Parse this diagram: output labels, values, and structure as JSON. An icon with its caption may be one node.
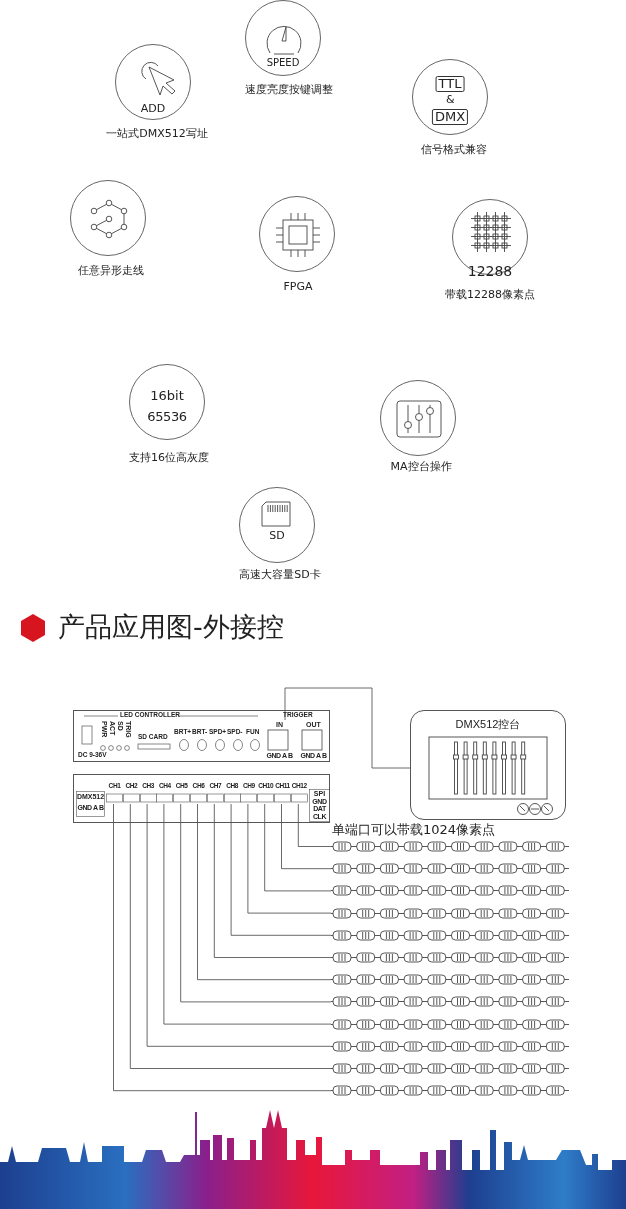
{
  "diagram": {
    "title": "产品应用图-外接控",
    "nodes": [
      {
        "text": [
          "SPEED"
        ],
        "beside": [
          "速度亮度按键调整"
        ]
      },
      {
        "text": [
          "ADD"
        ],
        "beside": [
          "一站式DMX512写址"
        ]
      },
      {
        "text": [
          "TTL",
          "&",
          "DMX"
        ],
        "beside": [
          "信号格式兼容"
        ]
      },
      {
        "text": [],
        "shape": "circle",
        "beside": [
          "任意异形走线"
        ]
      },
      {
        "text": [],
        "shape": "circle",
        "beside": [
          "FPGA"
        ]
      },
      {
        "text": [
          "12288"
        ],
        "beside": [
          "带载12288像素点"
        ]
      },
      {
        "text": [
          "16bit",
          "65536"
        ],
        "beside": [
          "支持16位高灰度"
        ]
      },
      {
        "text": [],
        "shape": "circle",
        "beside": [
          "MA控台操作"
        ]
      },
      {
        "text": [
          "SD"
        ],
        "beside": [
          "高速大容量SD卡"
        ]
      },
      {
        "text": [],
        "shape": "box"
      },
      {
        "text": [
          "IN",
          "GND A B"
        ],
        "in": 9
      },
      {
        "text": [
          "OUT",
          "GND A B"
        ],
        "in": 9
      },
      {
        "text": [
          "DMX512控台"
        ]
      },
      {
        "text": [],
        "shape": "box"
      },
      {
        "text": [
          "DMX512",
          "GND A B"
        ],
        "in": 13
      },
      {
        "text": [
          "CH1"
        ],
        "in": 13
      },
      {
        "text": [
          "CH2"
        ],
        "in": 13
      },
      {
        "text": [
          "CH3"
        ],
        "in": 13
      },
      {
        "text": [
          "CH4"
        ],
        "in": 13
      },
      {
        "text": [
          "CH5"
        ],
        "in": 13
      },
      {
        "text": [
          "CH6"
        ],
        "in": 13
      },
      {
        "text": [
          "CH7"
        ],
        "in": 13
      },
      {
        "text": [
          "CH8"
        ],
        "in": 13
      },
      {
        "text": [
          "CH9"
        ],
        "in": 13
      },
      {
        "text": [
          "CH10"
        ],
        "in": 13
      },
      {
        "text": [
          "CH11"
        ],
        "in": 13
      },
      {
        "text": [
          "CH12"
        ],
        "in": 13
      },
      {
        "text": [
          "SPI",
          "GND DAT CLK"
        ],
        "in": 13
      },
      {
        "text": [],
        "shape": "bar"
      },
      {
        "text": [],
        "shape": "bar"
      },
      {
        "text": [],
        "shape": "bar"
      },
      {
        "text": [],
        "shape": "bar"
      },
      {
        "text": [],
        "shape": "bar"
      },
      {
        "text": [],
        "shape": "bar"
      },
      {
        "text": [],
        "shape": "bar"
      },
      {
        "text": [],
        "shape": "bar"
      },
      {
        "text": [],
        "shape": "bar"
      },
      {
        "text": [],
        "shape": "bar"
      },
      {
        "text": [],
        "shape": "bar"
      },
      {
        "text": [],
        "shape": "bar"
      }
    ],
    "edges": [
      {
        "from": 10,
        "to": 12,
        "arrow": "none"
      },
      {
        "from": 15,
        "to": 39,
        "arrow": "none"
      },
      {
        "from": 16,
        "to": 38,
        "arrow": "none"
      },
      {
        "from": 17,
        "to": 37,
        "arrow": "none"
      },
      {
        "from": 18,
        "to": 36,
        "arrow": "none"
      },
      {
        "from": 19,
        "to": 35,
        "arrow": "none"
      },
      {
        "from": 20,
        "to": 34,
        "arrow": "none"
      },
      {
        "from": 21,
        "to": 33,
        "arrow": "none"
      },
      {
        "from": 22,
        "to": 32,
        "arrow": "none"
      },
      {
        "from": 23,
        "to": 31,
        "arrow": "none"
      },
      {
        "from": 24,
        "to": 30,
        "arrow": "none"
      },
      {
        "from": 25,
        "to": 29,
        "arrow": "none"
      },
      {
        "from": 26,
        "to": 28,
        "arrow": "none"
      }
    ],
    "labels": [
      "LED CONTROLLER",
      "PWR",
      "ACT",
      "SD",
      "TRIG",
      "SD CARD",
      "BRT+",
      "BRT-",
      "SPD+",
      "SPD-",
      "FUN",
      "TRIGGER",
      "DC 9-36V",
      "单端口可以带载1024像素点"
    ]
  }
}
